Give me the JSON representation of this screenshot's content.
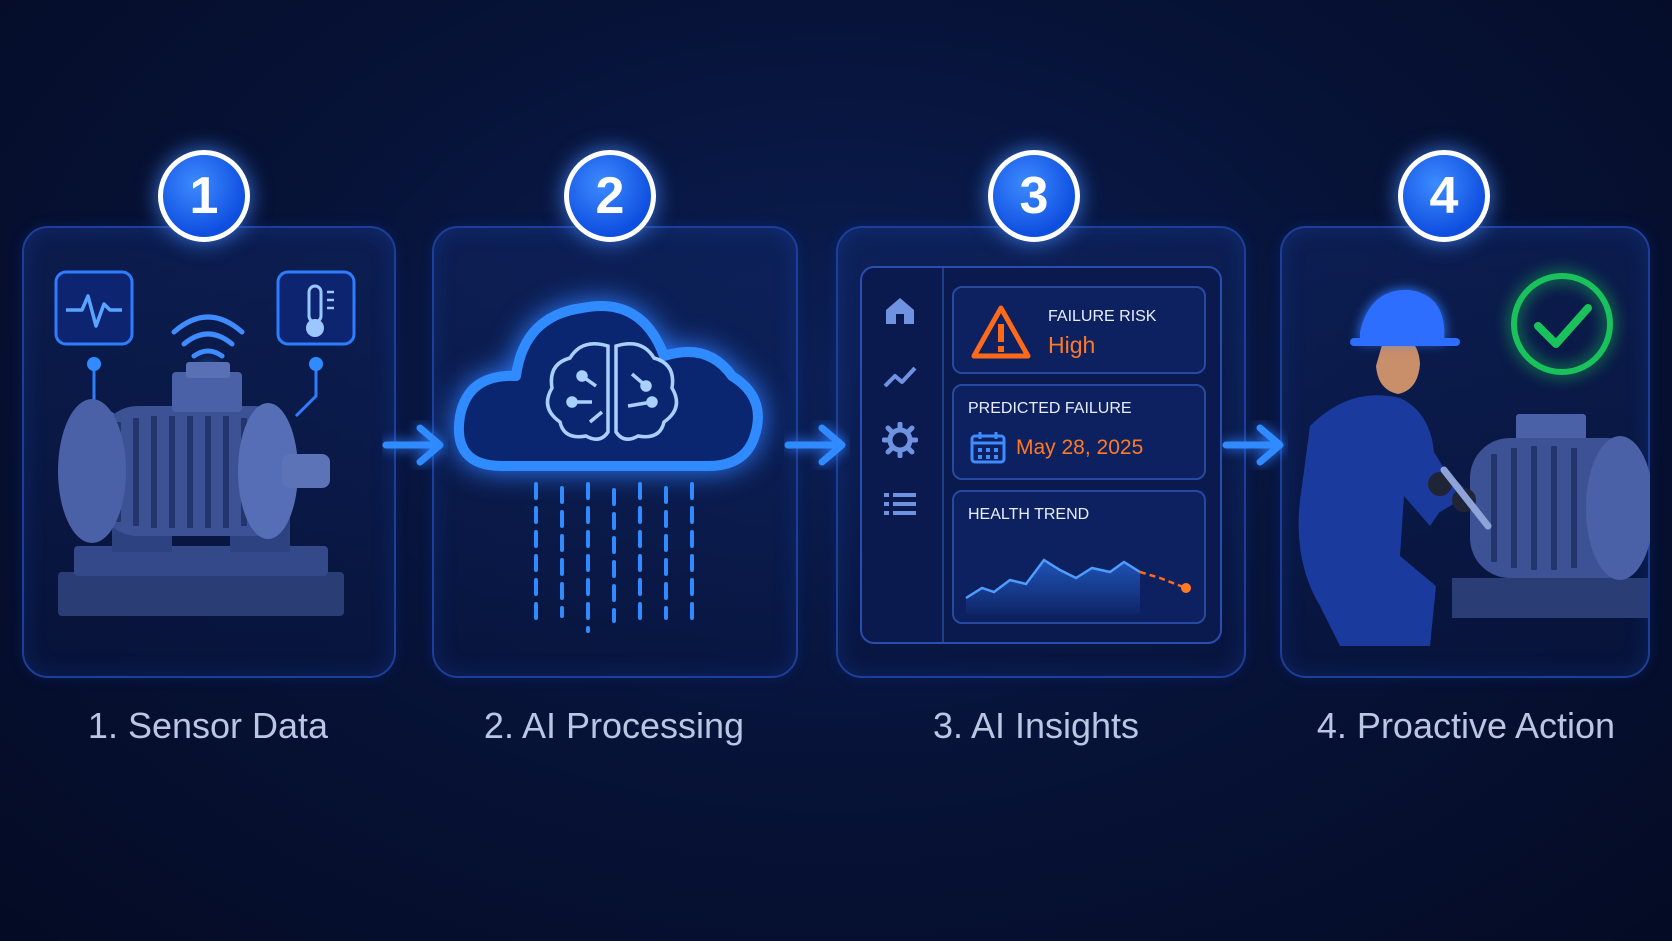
{
  "steps": [
    {
      "number": "1",
      "caption": "1. Sensor Data"
    },
    {
      "number": "2",
      "caption": "2. AI Processing"
    },
    {
      "number": "3",
      "caption": "3. AI Insights"
    },
    {
      "number": "4",
      "caption": "4. Proactive Action"
    }
  ],
  "dashboard": {
    "risk_label": "FAILURE RISK",
    "risk_value": "High",
    "predicted_label": "PREDICTED FAILURE",
    "predicted_date": "May 28, 2025",
    "trend_label": "HEALTH TREND"
  },
  "icons": {
    "sensor_left": "heartbeat-icon",
    "sensor_right": "thermometer-icon",
    "wifi": "wifi-icon",
    "sidebar": [
      "home-icon",
      "trend-icon",
      "gear-icon",
      "list-icon"
    ],
    "warning": "warning-triangle-icon",
    "calendar": "calendar-icon",
    "check": "check-circle-icon"
  },
  "colors": {
    "accent": "#2f7dff",
    "warning": "#ff6a1a",
    "success": "#19c25a"
  }
}
